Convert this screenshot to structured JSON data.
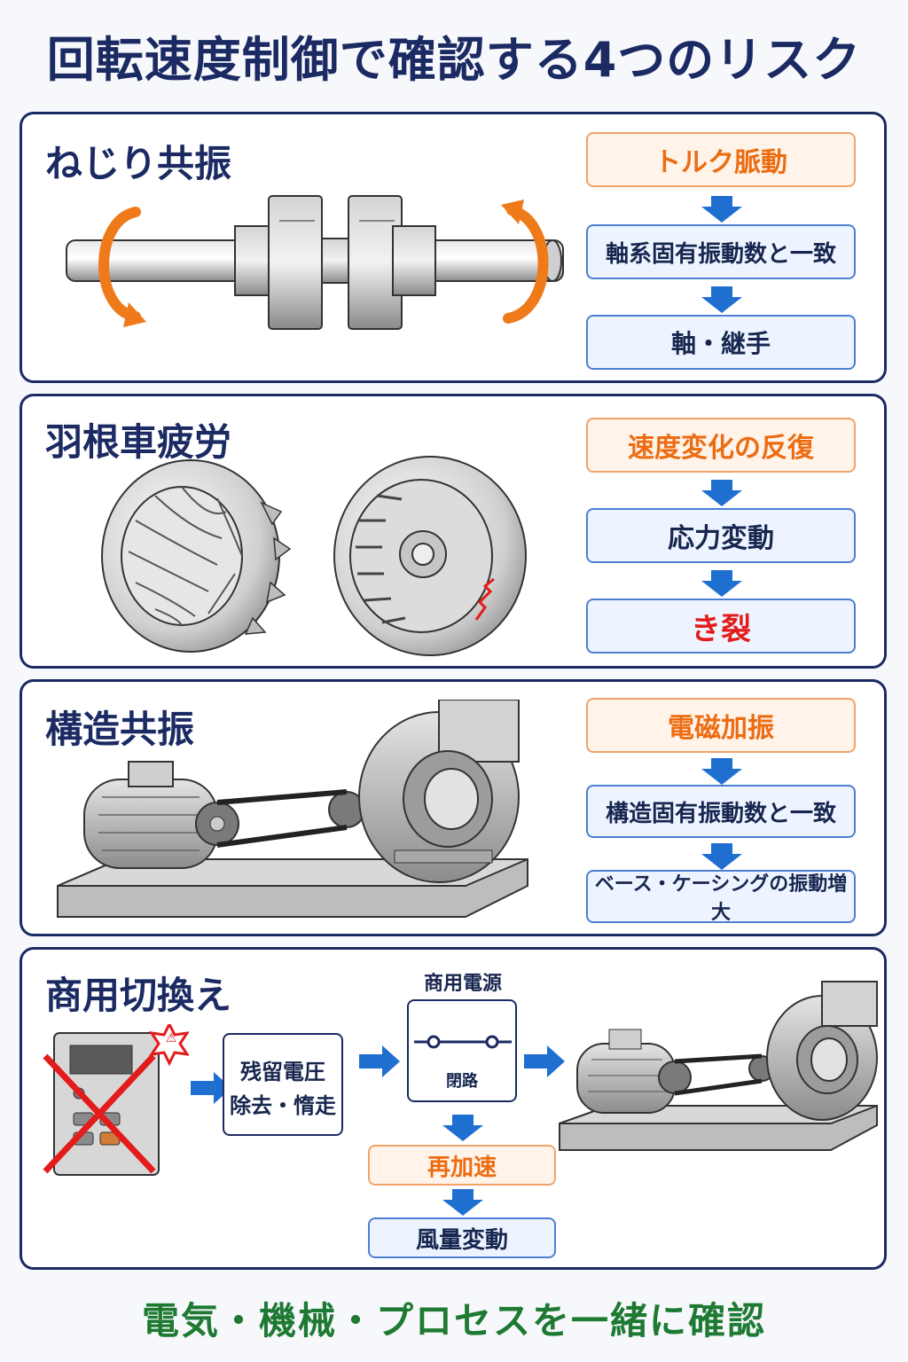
{
  "title": "回転速度制御で確認する4つのリスク",
  "sections": [
    {
      "title": "ねじり共振",
      "flow": [
        "トルク脈動",
        "軸系固有振動数と一致",
        "軸・継手"
      ]
    },
    {
      "title": "羽根車疲労",
      "flow": [
        "速度変化の反復",
        "応力変動",
        "き裂"
      ]
    },
    {
      "title": "構造共振",
      "flow": [
        "電磁加振",
        "構造固有振動数と一致",
        "ベース・ケーシングの振動増大"
      ]
    },
    {
      "title": "商用切換え",
      "residual_line1": "残留電圧",
      "residual_line2": "除去・惰走",
      "power_label": "商用電源",
      "switch_label": "閉路",
      "reaccel": "再加速",
      "airflow": "風量変動",
      "warning_badge": "⚠"
    }
  ],
  "footer": "電気・機械・プロセスを一緒に確認",
  "colors": {
    "navy": "#1b2a63",
    "orange": "#ec6c12",
    "blue_arrow": "#1f6fd1",
    "red": "#e41b1b",
    "green": "#1e7a33"
  }
}
